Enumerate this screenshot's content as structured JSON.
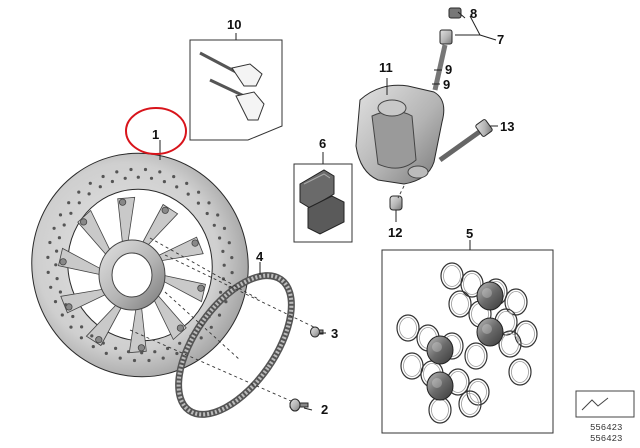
{
  "callouts": {
    "disc": "1",
    "bolt_long": "2",
    "bolt_short": "3",
    "sensor_ring": "4",
    "seal_kit": "5",
    "brake_pads": "6",
    "bleeder_group": "7",
    "cap": "8",
    "bleeder_valve_a": "9",
    "bleeder_valve_b": "9",
    "pad_pins": "10",
    "caliper": "11",
    "bushing": "12",
    "caliper_bolt": "13"
  },
  "reference": {
    "line_a": "556423",
    "line_b": "556423"
  },
  "colors": {
    "highlight": "#d8141b",
    "metal_light": "#d6d6d6",
    "metal_mid": "#a9a9a9",
    "metal_dark": "#6f6f6f",
    "pad_dark": "#5a5a5a"
  }
}
